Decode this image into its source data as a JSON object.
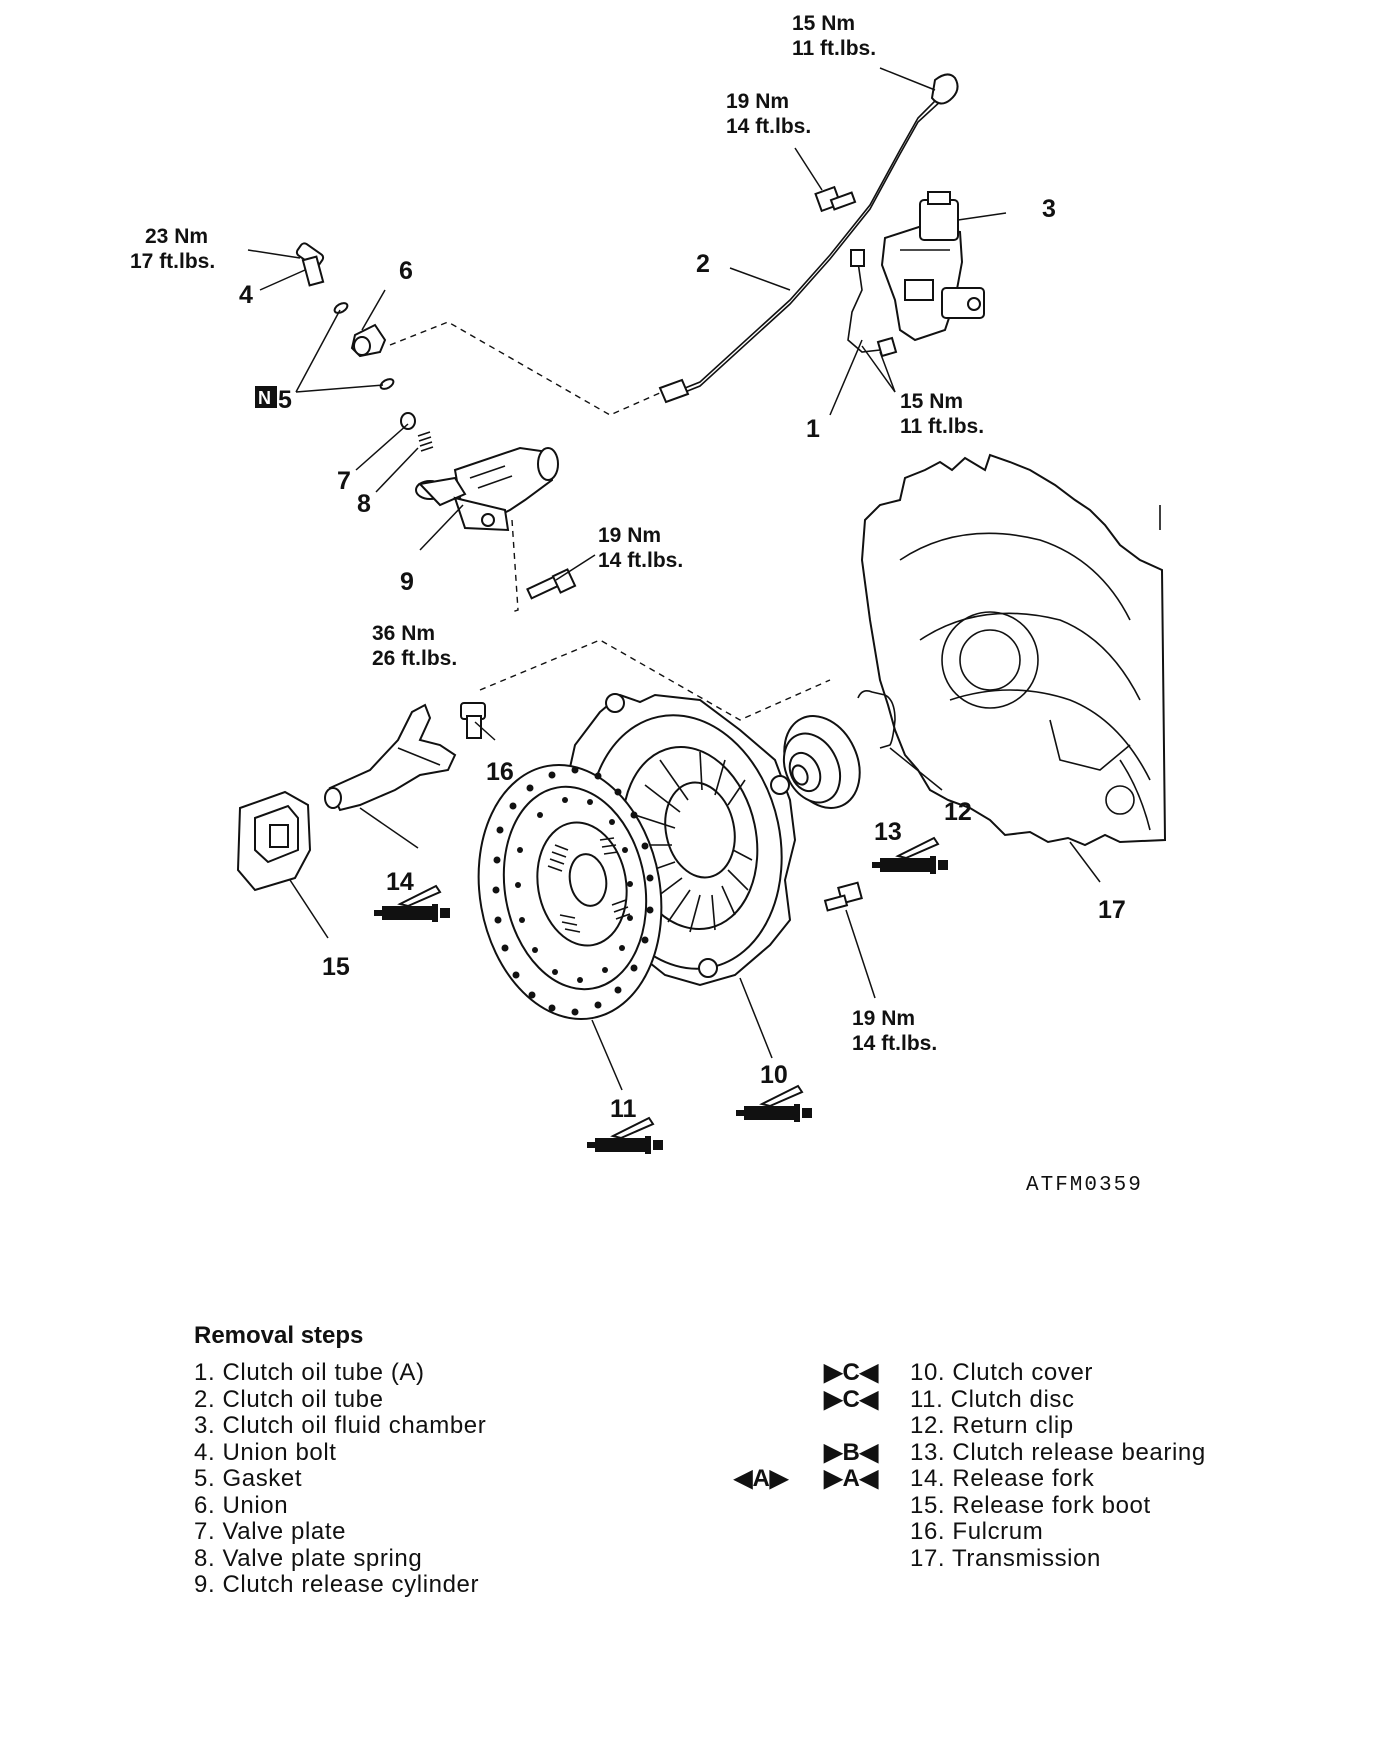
{
  "torque_callouts": {
    "t1": [
      "15 Nm",
      "11 ft.lbs."
    ],
    "t2": [
      "19 Nm",
      "14 ft.lbs."
    ],
    "t3": [
      "23 Nm",
      "17 ft.lbs."
    ],
    "t4": [
      "15 Nm",
      "11 ft.lbs."
    ],
    "t5": [
      "19 Nm",
      "14 ft.lbs."
    ],
    "t6": [
      "36 Nm",
      "26 ft.lbs."
    ],
    "t7": [
      "19 Nm",
      "14 ft.lbs."
    ]
  },
  "part_numbers": {
    "p1": "1",
    "p2": "2",
    "p3": "3",
    "p4": "4",
    "p5": "5",
    "p5_badge": "N",
    "p6": "6",
    "p7": "7",
    "p8": "8",
    "p9": "9",
    "p10": "10",
    "p11": "11",
    "p12": "12",
    "p13": "13",
    "p14": "14",
    "p15": "15",
    "p16": "16",
    "p17": "17"
  },
  "figure_code": "ATFM0359",
  "removal_steps": {
    "title": "Removal steps",
    "left": [
      "1. Clutch oil tube (A)",
      "2. Clutch oil tube",
      "3. Clutch oil fluid chamber",
      "4. Union bolt",
      "5. Gasket",
      "6. Union",
      "7. Valve plate",
      "8. Valve plate spring",
      "9. Clutch release cylinder"
    ],
    "right": [
      "10. Clutch cover",
      "11. Clutch disc",
      "12. Return clip",
      "13. Clutch release bearing",
      "14. Release fork",
      "15. Release fork boot",
      "16. Fulcrum",
      "17. Transmission"
    ],
    "install_marks": [
      "▶C◀",
      "▶C◀",
      "",
      "▶B◀",
      "▶A◀",
      "",
      "",
      ""
    ],
    "removal_marks": [
      "",
      "",
      "",
      "",
      "◀A▶",
      "",
      "",
      ""
    ]
  }
}
